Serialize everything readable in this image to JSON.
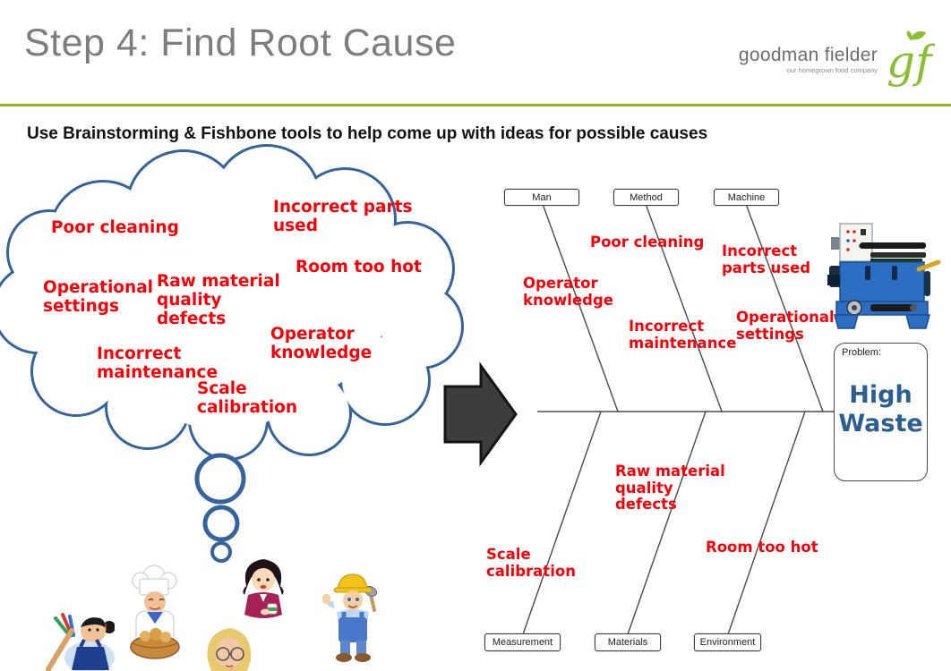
{
  "slide": {
    "title": "Step 4: Find Root Cause",
    "subtitle": "Use Brainstorming & Fishbone tools to help come up with ideas for possible causes"
  },
  "logo": {
    "name": "goodman fielder",
    "tagline": "our homegrown food company",
    "monogram": "gf",
    "brand_green": "#8CBF2F"
  },
  "colors": {
    "title_gray": "#7d7d7d",
    "accent_green": "#94B521",
    "idea_red": "#f90008",
    "cloud_outline_blue": "#34649B",
    "problem_blue": "#2B5F94",
    "arrow_dark_gray": "#3d3d3d"
  },
  "cloud_ideas": [
    {
      "label": "Poor cleaning"
    },
    {
      "label": "Incorrect parts used"
    },
    {
      "label": "Room too hot"
    },
    {
      "label": "Operational settings"
    },
    {
      "label": "Raw material quality defects"
    },
    {
      "label": "Operator knowledge"
    },
    {
      "label": "Incorrect maintenance"
    },
    {
      "label": "Scale calibration"
    }
  ],
  "fishbone": {
    "top_categories": [
      {
        "label": "Man"
      },
      {
        "label": "Method"
      },
      {
        "label": "Machine"
      }
    ],
    "bottom_categories": [
      {
        "label": "Measurement"
      },
      {
        "label": "Materials"
      },
      {
        "label": "Environment"
      }
    ],
    "causes": [
      {
        "label": "Poor cleaning"
      },
      {
        "label": "Operator knowledge"
      },
      {
        "label": "Incorrect maintenance"
      },
      {
        "label": "Incorrect parts used"
      },
      {
        "label": "Operational settings"
      },
      {
        "label": "Raw material quality defects"
      },
      {
        "label": "Scale calibration"
      },
      {
        "label": "Room too hot"
      }
    ],
    "problem_label": "Problem:",
    "problem_text": "High Waste"
  },
  "figures": [
    "cleaning-lady",
    "chef",
    "thinking-woman",
    "woman-with-cup",
    "construction-worker",
    "industrial-machine"
  ]
}
